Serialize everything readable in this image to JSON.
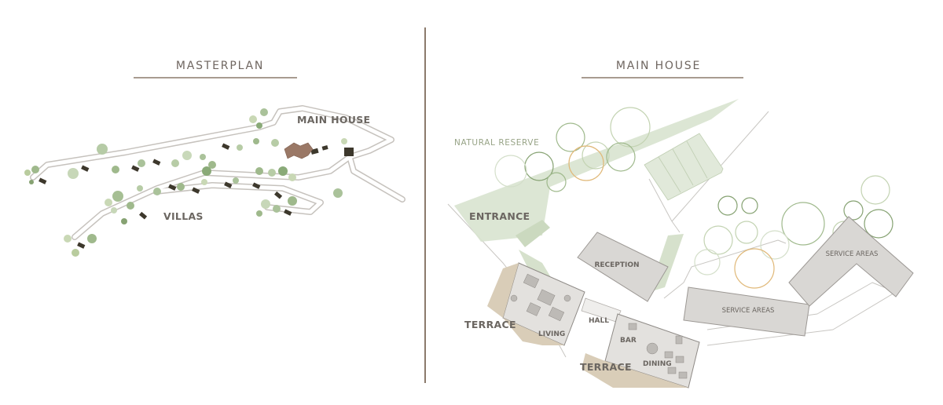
{
  "masterplan": {
    "title": "MASTERPLAN",
    "labels": {
      "main_house": "MAIN HOUSE",
      "villas": "VILLAS"
    }
  },
  "main_house": {
    "title": "MAIN HOUSE",
    "labels": {
      "natural_reserve": "NATURAL RESERVE",
      "entrance": "ENTRANCE",
      "reception": "RECEPTION",
      "service_areas_1": "SERVICE AREAS",
      "service_areas_2": "SERVICE AREAS",
      "terrace_left": "TERRACE",
      "living": "LIVING",
      "hall": "HALL",
      "bar": "BAR",
      "dining": "DINING",
      "terrace_bottom": "TERRACE"
    }
  },
  "colors": {
    "road_outline": "#c6c2bd",
    "divider": "#8b7a6c",
    "reserve_fill": "#d8e3cf",
    "building_fill": "#d9d7d4",
    "terrace_fill": "#d9cdb8",
    "tree_green": "#9fb98c",
    "tree_dark": "#6f8c5a",
    "tree_orange": "#e0b878",
    "villa_dark": "#3d382c",
    "main_house_roof": "#9a7866"
  }
}
